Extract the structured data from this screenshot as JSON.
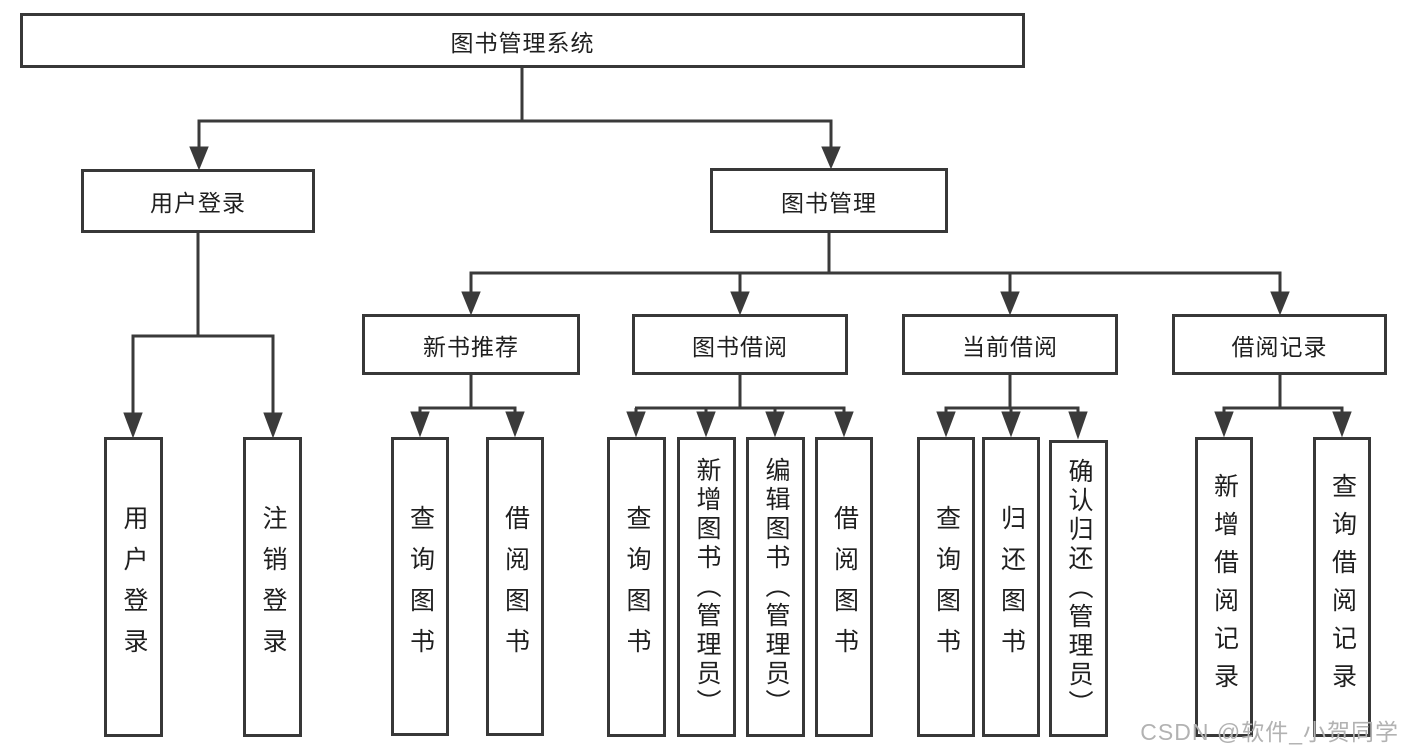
{
  "diagram_title": "图书管理系统",
  "tree": {
    "label": "图书管理系统",
    "children": [
      {
        "label": "用户登录",
        "children": [
          {
            "label": "用户登录"
          },
          {
            "label": "注销登录"
          }
        ]
      },
      {
        "label": "图书管理",
        "children": [
          {
            "label": "新书推荐",
            "children": [
              {
                "label": "查询图书"
              },
              {
                "label": "借阅图书"
              }
            ]
          },
          {
            "label": "图书借阅",
            "children": [
              {
                "label": "查询图书"
              },
              {
                "label": "新增图书（管理员）"
              },
              {
                "label": "编辑图书（管理员）"
              },
              {
                "label": "借阅图书"
              }
            ]
          },
          {
            "label": "当前借阅",
            "children": [
              {
                "label": "查询图书"
              },
              {
                "label": "归还图书"
              },
              {
                "label": "确认归还（管理员）"
              }
            ]
          },
          {
            "label": "借阅记录",
            "children": [
              {
                "label": "新增借阅记录"
              },
              {
                "label": "查询借阅记录"
              }
            ]
          }
        ]
      }
    ]
  },
  "watermark": {
    "text": "CSDN @软件_小贺同学",
    "color": "#b2b2b2"
  },
  "colors": {
    "line": "#3a3a3a",
    "border": "#383838",
    "text": "#1f1f1f",
    "background": "#ffffff"
  }
}
